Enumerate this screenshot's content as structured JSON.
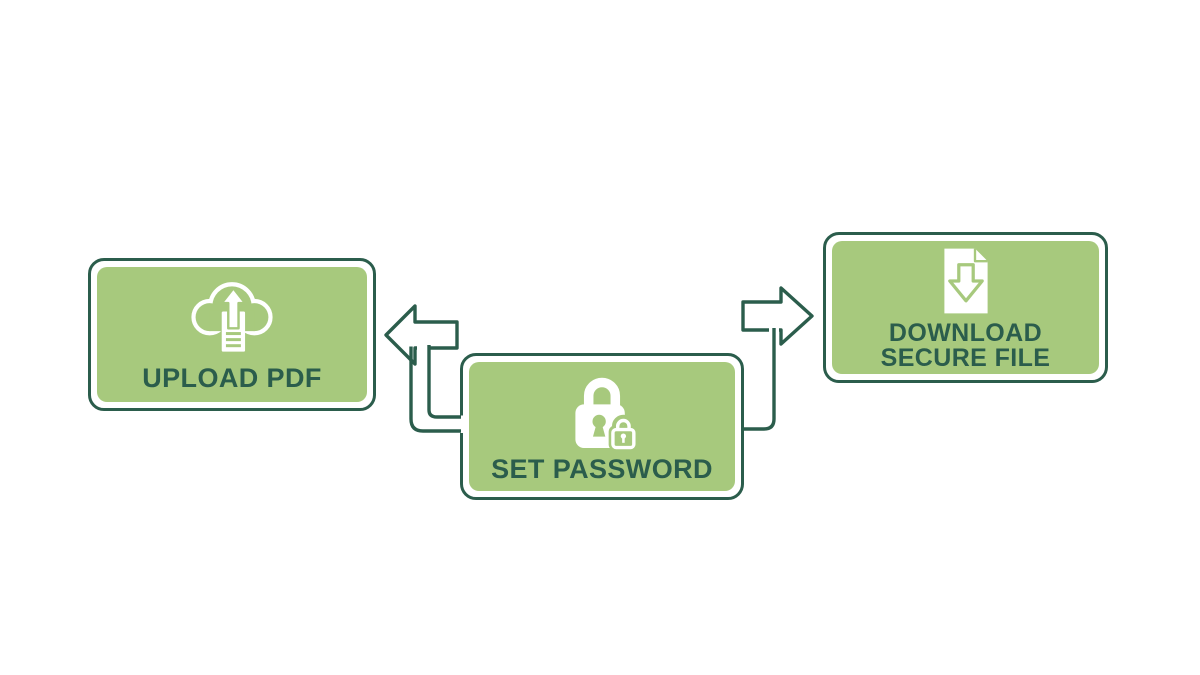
{
  "title": "PDF password protection workflow diagram",
  "colors": {
    "panel_green": "#a7c97d",
    "outline_dark_green": "#2b5d4c",
    "shape_white": "#ffffff",
    "background": "#ffffff"
  },
  "diagram": {
    "steps": [
      {
        "id": "upload",
        "label": "UPLOAD PDF",
        "icon": "cloud-upload-icon"
      },
      {
        "id": "password",
        "label": "SET PASSWORD",
        "icon": "padlock-icon"
      },
      {
        "id": "download",
        "label": "DOWNLOAD SECURE FILE",
        "label_lines": [
          "DOWNLOAD",
          "SECURE FILE"
        ],
        "icon": "download-file-icon"
      }
    ],
    "connectors": [
      {
        "from": "password",
        "to": "upload",
        "style": "outlined-block-arrow",
        "direction": "left"
      },
      {
        "from": "password",
        "to": "download",
        "style": "outlined-block-arrow",
        "direction": "right"
      }
    ]
  }
}
